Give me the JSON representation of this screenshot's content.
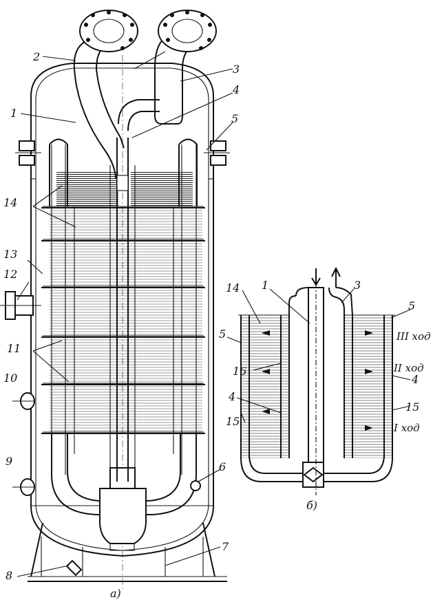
{
  "figure": {
    "a": {
      "caption": "а)",
      "labels": [
        {
          "id": "1",
          "text": "1"
        },
        {
          "id": "2",
          "text": "2"
        },
        {
          "id": "3",
          "text": "3"
        },
        {
          "id": "4",
          "text": "4"
        },
        {
          "id": "5",
          "text": "5"
        },
        {
          "id": "6",
          "text": "6"
        },
        {
          "id": "7",
          "text": "7"
        },
        {
          "id": "8",
          "text": "8"
        },
        {
          "id": "9",
          "text": "9"
        },
        {
          "id": "10",
          "text": "10"
        },
        {
          "id": "11",
          "text": "11"
        },
        {
          "id": "12",
          "text": "12"
        },
        {
          "id": "13",
          "text": "13"
        },
        {
          "id": "14",
          "text": "14"
        }
      ]
    },
    "b": {
      "caption": "б)",
      "labels": [
        {
          "id": "14",
          "text": "14"
        },
        {
          "id": "1",
          "text": "1"
        },
        {
          "id": "3",
          "text": "3"
        },
        {
          "id": "5-right",
          "text": "5"
        },
        {
          "id": "5-left",
          "text": "5"
        },
        {
          "id": "16",
          "text": "16"
        },
        {
          "id": "4-left",
          "text": "4"
        },
        {
          "id": "4-right",
          "text": "4"
        },
        {
          "id": "15-left",
          "text": "15"
        },
        {
          "id": "15-right",
          "text": "15"
        }
      ],
      "passes": [
        {
          "id": "III",
          "text": "III ход"
        },
        {
          "id": "II",
          "text": "II ход"
        },
        {
          "id": "I",
          "text": "I ход"
        }
      ]
    }
  }
}
